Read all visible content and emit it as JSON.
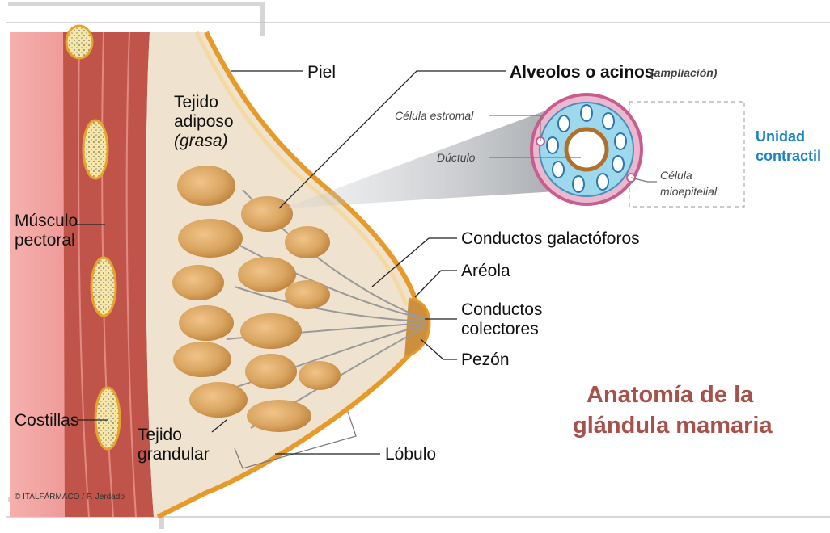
{
  "title": {
    "line1": "Anatomía de la",
    "line2": "glándula mamaria"
  },
  "labels": {
    "piel": "Piel",
    "tejido_adiposo_1": "Tejido",
    "tejido_adiposo_2": "adiposo",
    "tejido_adiposo_3": "(grasa)",
    "musculo_1": "Músculo",
    "musculo_2": "pectoral",
    "costillas": "Costillas",
    "tejido_granular_1": "Tejido",
    "tejido_granular_2": "grandular",
    "lobulo": "Lóbulo",
    "conductos_galactoforos": "Conductos galactóforos",
    "areola": "Aréola",
    "conductos_colectores_1": "Conductos",
    "conductos_colectores_2": "colectores",
    "pezon": "Pezón",
    "alveolos": "Alveolos o acinos",
    "ampliacion": "(ampliación)",
    "celula_estromal": "Célula estromal",
    "ductulo": "Dúctulo",
    "celula_mio_1": "Célula",
    "celula_mio_2": "mioepitelial",
    "unidad_1": "Unidad",
    "unidad_2": "contractil"
  },
  "credit": "© ITALFÁRMACO / P. Jerdado",
  "colors": {
    "skin_orange": "#e59a2a",
    "muscle_red": "#c0544a",
    "lobule_tan": "#d9a45f",
    "fat_beige": "#efe3cf",
    "title_red": "#a8514a",
    "accent_blue": "#1d82c4",
    "alveolus_pink": "#c95c8e",
    "alveolus_blue": "#9ed8ec"
  }
}
